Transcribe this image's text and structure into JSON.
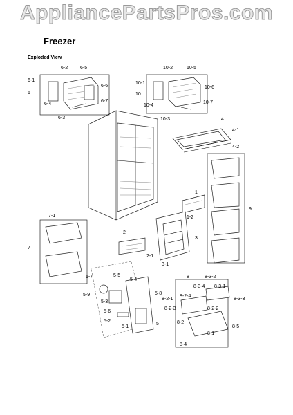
{
  "watermark": "AppliancePartsPros.com",
  "title": "Freezer",
  "subtitle": "Exploded View",
  "labels": [
    "6-2",
    "6-5",
    "6-1",
    "6",
    "6-6",
    "6-4",
    "6-7",
    "6-3",
    "10-2",
    "10-5",
    "10-1",
    "10",
    "10-6",
    "10-4",
    "10-7",
    "10-3",
    "4",
    "4-1",
    "4-2",
    "1",
    "1-2",
    "9",
    "7-1",
    "7",
    "2",
    "2-1",
    "3",
    "3-1",
    "5-5",
    "5-4",
    "6-7",
    "5-9",
    "5-3",
    "5-6",
    "5-2",
    "5-8",
    "5-1",
    "5",
    "8",
    "8-3-2",
    "8-3-4",
    "8-3-1",
    "8-2-1",
    "8-2-4",
    "8-3-3",
    "8-2-3",
    "8-2-2",
    "8-2",
    "8-5",
    "8-1",
    "8-4"
  ]
}
